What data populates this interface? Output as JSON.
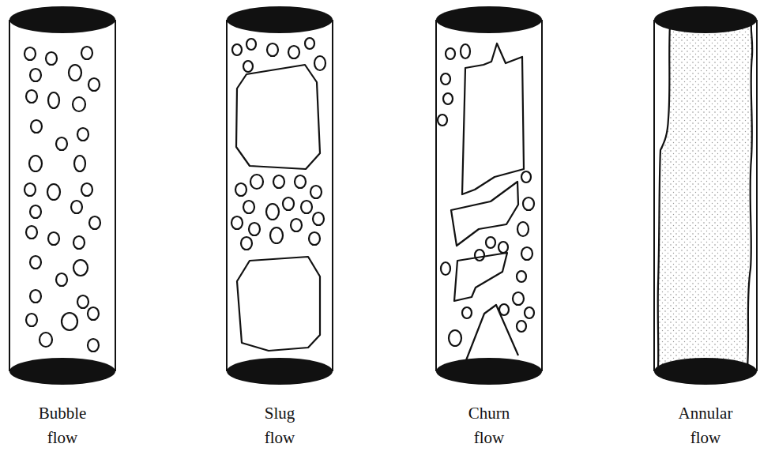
{
  "diagram": {
    "labels": [
      "Bubble flow",
      "Slug flow",
      "Churn flow",
      "Annular flow"
    ]
  }
}
